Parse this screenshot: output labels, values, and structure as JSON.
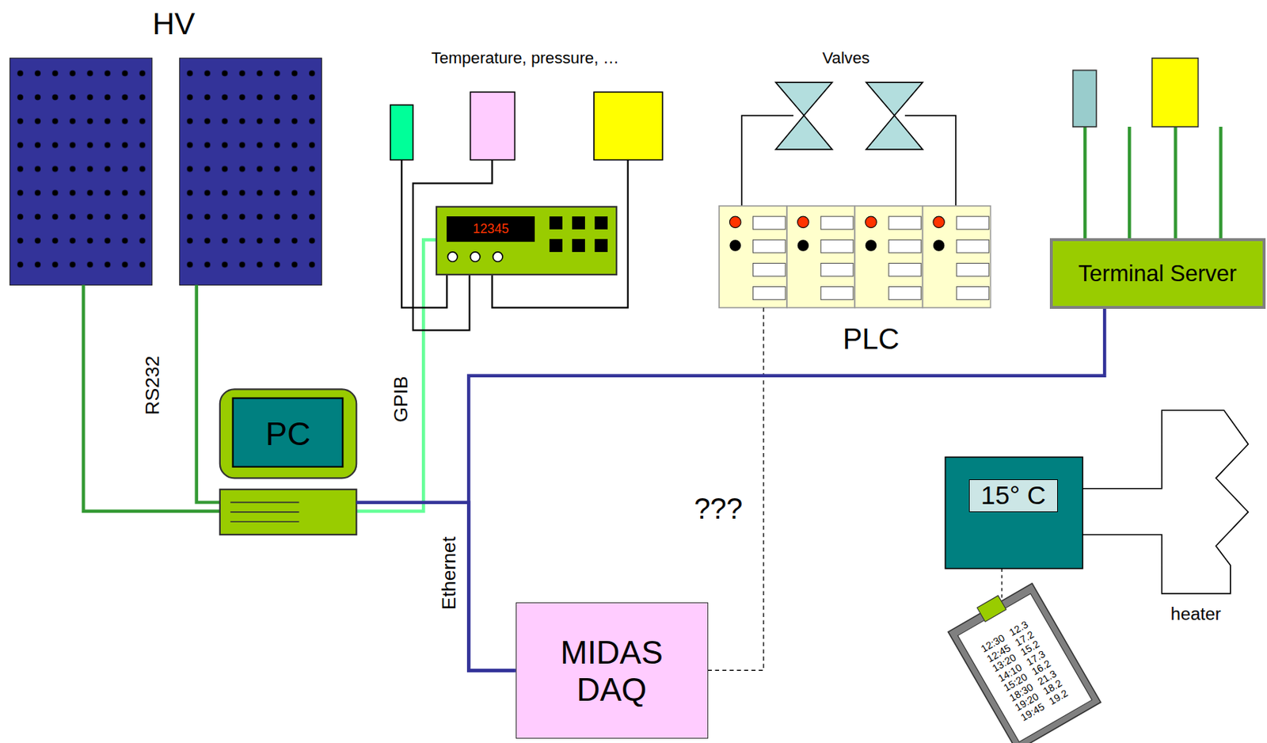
{
  "diagram": {
    "nodes": [
      {
        "text": [
          "12345"
        ]
      },
      {
        "text": [
          "Terminal Server"
        ]
      },
      {
        "text": [
          "PC"
        ]
      },
      {
        "text": [
          "MIDAS DAQ"
        ]
      },
      {
        "text": [
          "15° C"
        ]
      }
    ],
    "edges": [
      {
        "from": 3,
        "to": 1,
        "arrow": "none"
      },
      {
        "from": 3,
        "to": 2,
        "arrow": "none"
      }
    ],
    "labels": [
      "HV",
      "Temperature, pressure, …",
      "Valves",
      "PLC",
      "RS232",
      "GPIB",
      "Ethernet",
      "???",
      "heater",
      "12:30",
      "12.3",
      "12:45",
      "17.2",
      "13:20",
      "15.2",
      "14:10",
      "17.3",
      "15:20",
      "16.2",
      "18:30",
      "21.3",
      "19:20",
      "18.2",
      "19:45",
      "19.2"
    ]
  }
}
